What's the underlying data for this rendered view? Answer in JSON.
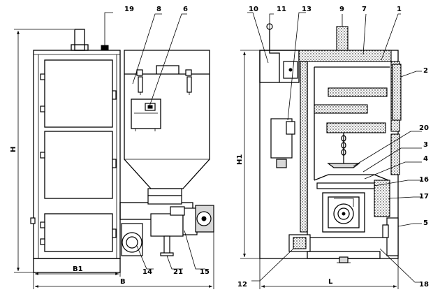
{
  "left_view": {
    "callouts": [
      "19",
      "8",
      "6",
      "14",
      "21",
      "15"
    ],
    "dimensions": {
      "height": "H",
      "width_base": "B1",
      "width_total": "B"
    }
  },
  "right_view": {
    "callouts": [
      "10",
      "11",
      "13",
      "9",
      "7",
      "1",
      "2",
      "20",
      "3",
      "4",
      "16",
      "17",
      "5",
      "12",
      "18"
    ],
    "dimensions": {
      "height": "H1",
      "length": "L"
    }
  }
}
